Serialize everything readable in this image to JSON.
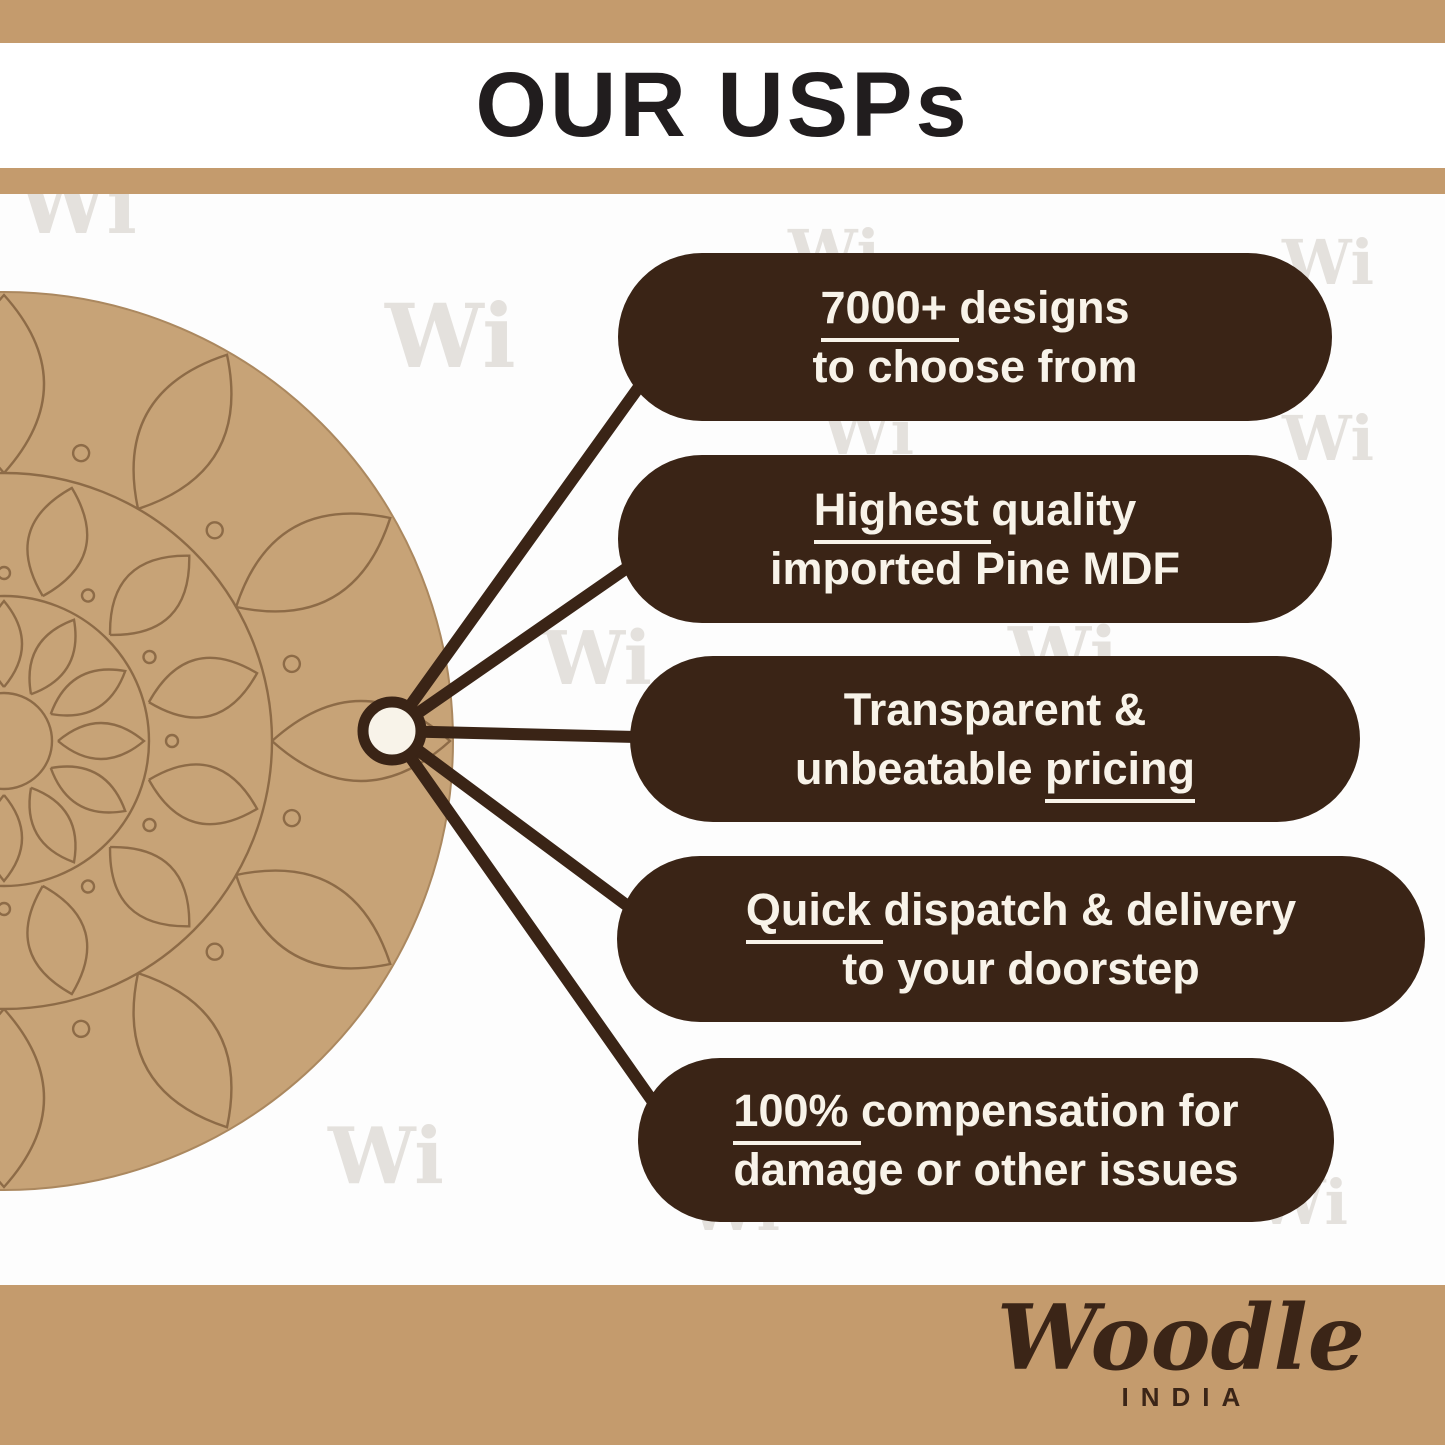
{
  "header": {
    "title": "OUR USPs"
  },
  "watermark": {
    "text": "Wi"
  },
  "pills": [
    {
      "lines": [
        [
          {
            "t": " 7000+ ",
            "u": true
          },
          {
            "t": "designs",
            "u": false
          }
        ],
        [
          {
            "t": "to choose from",
            "u": false
          }
        ]
      ]
    },
    {
      "lines": [
        [
          {
            "t": " Highest ",
            "u": true
          },
          {
            "t": "quality",
            "u": false
          }
        ],
        [
          {
            "t": "imported Pine MDF",
            "u": false
          }
        ]
      ]
    },
    {
      "lines": [
        [
          {
            "t": "Transparent &",
            "u": false
          }
        ],
        [
          {
            "t": "unbeatable ",
            "u": false
          },
          {
            "t": " pricing ",
            "u": true
          }
        ]
      ]
    },
    {
      "lines": [
        [
          {
            "t": " Quick ",
            "u": true
          },
          {
            "t": "dispatch & delivery",
            "u": false
          }
        ],
        [
          {
            "t": "to your doorstep",
            "u": false
          }
        ]
      ]
    },
    {
      "lines": [
        [
          {
            "t": " 100% ",
            "u": true
          },
          {
            "t": "compensation for",
            "u": false
          }
        ],
        [
          {
            "t": "damage or other issues",
            "u": false
          }
        ]
      ]
    }
  ],
  "footer": {
    "brand": "Woodle",
    "country": "INDIA"
  },
  "colors": {
    "tan": "#c49b6d",
    "pill_brown": "#3a2416",
    "cream": "#f8f3e9",
    "mdf": "#c7a377",
    "engrave": "#8d6b47",
    "title_text": "#211d1e"
  }
}
